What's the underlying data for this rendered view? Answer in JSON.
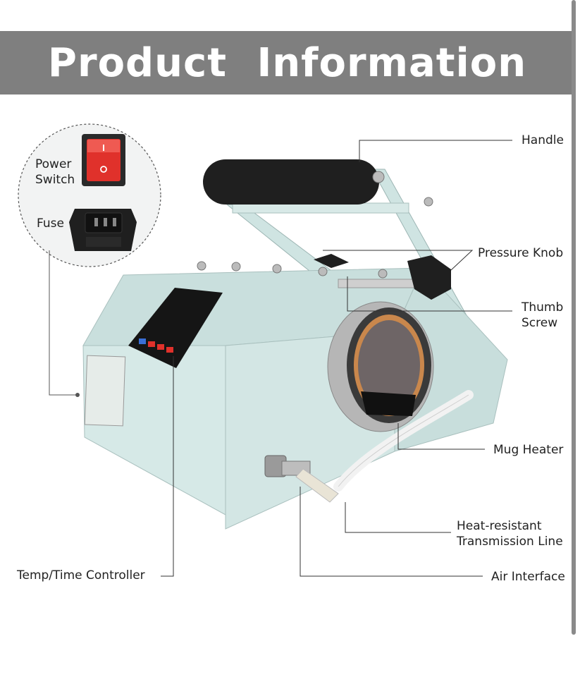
{
  "banner": {
    "title": "Product Information"
  },
  "callouts": {
    "handle": "Handle",
    "pressure_knob": "Pressure Knob",
    "thumb_screw_line1": "Thumb",
    "thumb_screw_line2": "Screw",
    "mug_heater": "Mug Heater",
    "heat_line1": "Heat-resistant",
    "heat_line2": "Transmission Line",
    "air_interface": "Air Interface",
    "controller": "Temp/Time Controller",
    "power_line1": "Power",
    "power_line2": "Switch",
    "fuse": "Fuse"
  },
  "colors": {
    "banner": "#7f7f7f",
    "body": "#d3e6e4",
    "handle_grip": "#1f1f1f",
    "switch": "#e0312b",
    "heater_pad": "#c9874c"
  }
}
